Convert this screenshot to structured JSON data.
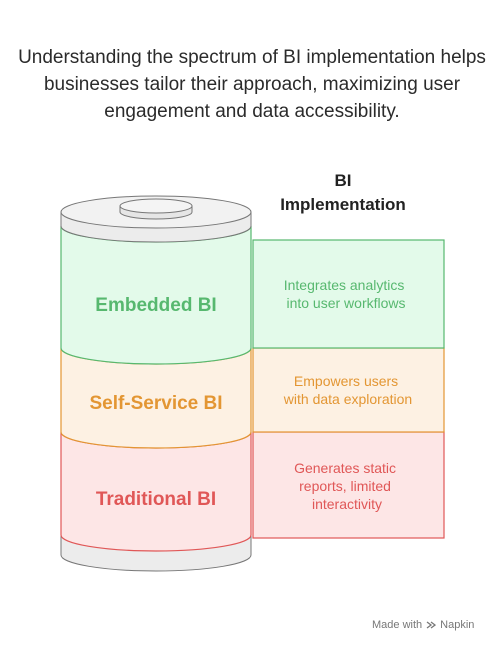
{
  "intro_text": "Understanding the spectrum of BI implementation helps businesses tailor their approach, maximizing user engagement and data accessibility.",
  "heading": {
    "line1": "BI",
    "line2": "Implementation"
  },
  "layers": [
    {
      "label": "Embedded BI",
      "description": [
        "Integrates analytics",
        "into user workflows"
      ],
      "color": "#57b86f",
      "fill": "#e3faea"
    },
    {
      "label": "Self-Service BI",
      "description": [
        "Empowers users",
        "with data exploration"
      ],
      "color": "#e39633",
      "fill": "#fdf1e3"
    },
    {
      "label": "Traditional BI",
      "description": [
        "Generates static",
        "reports, limited",
        "interactivity"
      ],
      "color": "#e05757",
      "fill": "#fde6e6"
    }
  ],
  "footer": {
    "made_with": "Made with",
    "brand": "Napkin"
  }
}
